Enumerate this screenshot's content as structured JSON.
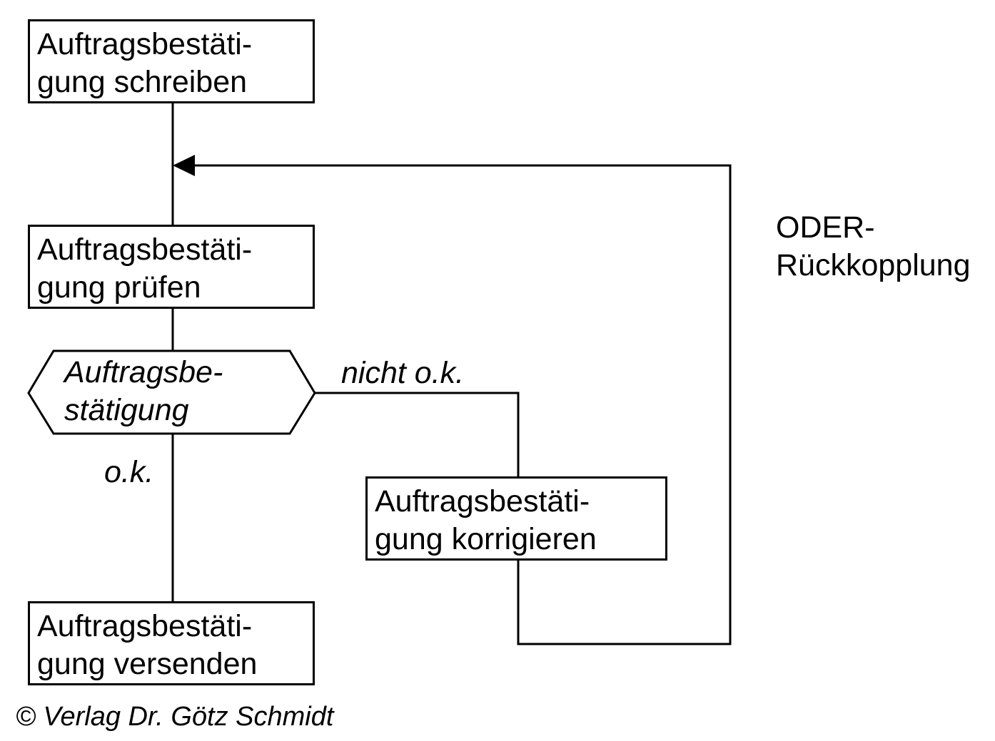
{
  "diagram": {
    "nodes": {
      "write": {
        "line1": "Auftragsbestäti-",
        "line2": "gung schreiben"
      },
      "check": {
        "line1": "Auftragsbestäti-",
        "line2": "gung prüfen"
      },
      "decision": {
        "line1": "Auftragsbe-",
        "line2": "stätigung"
      },
      "correct": {
        "line1": "Auftragsbestäti-",
        "line2": "gung korrigieren"
      },
      "send": {
        "line1": "Auftragsbestäti-",
        "line2": "gung versenden"
      }
    },
    "branch_labels": {
      "not_ok": "nicht o.k.",
      "ok": "o.k."
    },
    "feedback_label": {
      "line1": "ODER-",
      "line2": "Rückkopplung"
    },
    "copyright": "© Verlag Dr. Götz Schmidt"
  }
}
